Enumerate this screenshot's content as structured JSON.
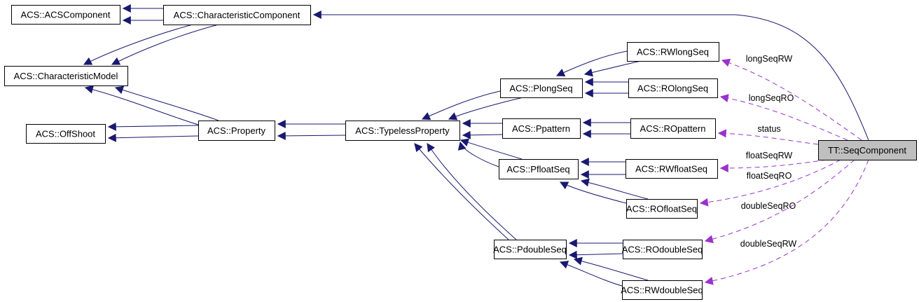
{
  "diagram": {
    "title": "TT::SeqComponent collaboration diagram",
    "colors": {
      "inheritance_edge": "#191970",
      "member_edge": "#9a32cd",
      "node_fill": "#ffffff",
      "focus_node_fill": "#bfbfbf",
      "node_border": "#000000"
    },
    "nodes": [
      {
        "id": "acscomponent",
        "label": "ACS::ACSComponent"
      },
      {
        "id": "characteristiccomponent",
        "label": "ACS::CharacteristicComponent"
      },
      {
        "id": "characteristicmodel",
        "label": "ACS::CharacteristicModel"
      },
      {
        "id": "offshoot",
        "label": "ACS::OffShoot"
      },
      {
        "id": "property",
        "label": "ACS::Property"
      },
      {
        "id": "typelessproperty",
        "label": "ACS::TypelessProperty"
      },
      {
        "id": "plongseq",
        "label": "ACS::PlongSeq"
      },
      {
        "id": "ppattern",
        "label": "ACS::Ppattern"
      },
      {
        "id": "pfloatseq",
        "label": "ACS::PfloatSeq"
      },
      {
        "id": "pdoubleseq",
        "label": "ACS::PdoubleSeq"
      },
      {
        "id": "rwlongseq",
        "label": "ACS::RWlongSeq"
      },
      {
        "id": "rolongseq",
        "label": "ACS::ROlongSeq"
      },
      {
        "id": "ropattern",
        "label": "ACS::ROpattern"
      },
      {
        "id": "rwfloatseq",
        "label": "ACS::RWfloatSeq"
      },
      {
        "id": "rofloatseq",
        "label": "ACS::ROfloatSeq"
      },
      {
        "id": "rodoubleseq",
        "label": "ACS::ROdoubleSeq"
      },
      {
        "id": "rwdoubleseq",
        "label": "ACS::RWdoubleSeq"
      },
      {
        "id": "seqcomponent",
        "label": "TT::SeqComponent",
        "focus": true
      }
    ],
    "inheritance_edges": [
      {
        "from": "characteristiccomponent",
        "to": "acscomponent"
      },
      {
        "from": "characteristiccomponent",
        "to": "characteristicmodel"
      },
      {
        "from": "property",
        "to": "characteristicmodel"
      },
      {
        "from": "property",
        "to": "offshoot"
      },
      {
        "from": "typelessproperty",
        "to": "property"
      },
      {
        "from": "plongseq",
        "to": "typelessproperty"
      },
      {
        "from": "ppattern",
        "to": "typelessproperty"
      },
      {
        "from": "pfloatseq",
        "to": "typelessproperty"
      },
      {
        "from": "pdoubleseq",
        "to": "typelessproperty"
      },
      {
        "from": "rwlongseq",
        "to": "plongseq"
      },
      {
        "from": "rolongseq",
        "to": "plongseq"
      },
      {
        "from": "ropattern",
        "to": "ppattern"
      },
      {
        "from": "rwfloatseq",
        "to": "pfloatseq"
      },
      {
        "from": "rofloatseq",
        "to": "pfloatseq"
      },
      {
        "from": "rodoubleseq",
        "to": "pdoubleseq"
      },
      {
        "from": "rwdoubleseq",
        "to": "pdoubleseq"
      },
      {
        "from": "seqcomponent",
        "to": "characteristiccomponent"
      }
    ],
    "member_edges": [
      {
        "from": "seqcomponent",
        "to": "rwlongseq",
        "label": "longSeqRW"
      },
      {
        "from": "seqcomponent",
        "to": "rolongseq",
        "label": "longSeqRO"
      },
      {
        "from": "seqcomponent",
        "to": "ropattern",
        "label": "status"
      },
      {
        "from": "seqcomponent",
        "to": "rwfloatseq",
        "label": "floatSeqRW"
      },
      {
        "from": "seqcomponent",
        "to": "rofloatseq",
        "label": "floatSeqRO"
      },
      {
        "from": "seqcomponent",
        "to": "rodoubleseq",
        "label": "doubleSeqRO"
      },
      {
        "from": "seqcomponent",
        "to": "rwdoubleseq",
        "label": "doubleSeqRW"
      }
    ]
  }
}
